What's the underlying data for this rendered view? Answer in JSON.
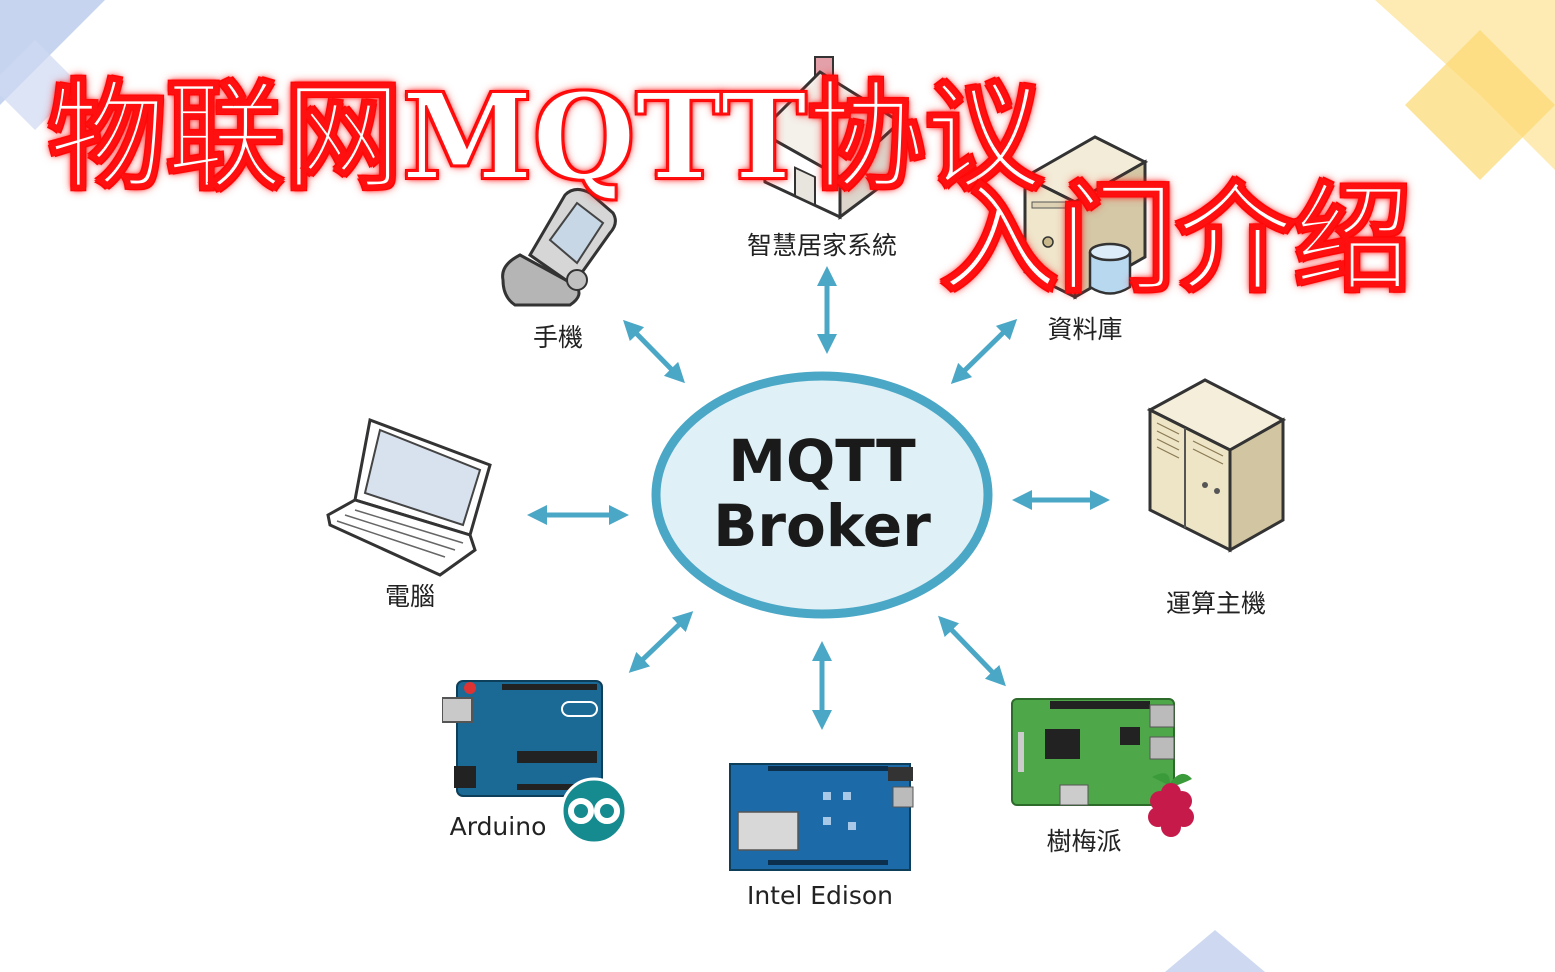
{
  "title": {
    "line1": "物联网MQTT协议",
    "line2": "入门介绍"
  },
  "broker": {
    "line1": "MQTT",
    "line2": "Broker"
  },
  "devices": {
    "smart_home": "智慧居家系統",
    "phone": "手機",
    "database": "資料庫",
    "computer": "電腦",
    "server": "運算主機",
    "arduino": "Arduino",
    "edison": "Intel Edison",
    "raspberry_pi": "樹梅派"
  },
  "colors": {
    "arrow": "#4ba7c6",
    "broker_fill": "#dff0f6",
    "broker_stroke": "#4ba7c6",
    "title_glow": "#ff0000"
  },
  "icons": [
    "house-icon",
    "phone-icon",
    "database-server-icon",
    "laptop-icon",
    "server-tower-icon",
    "arduino-board-icon",
    "edison-board-icon",
    "raspberry-pi-board-icon"
  ]
}
